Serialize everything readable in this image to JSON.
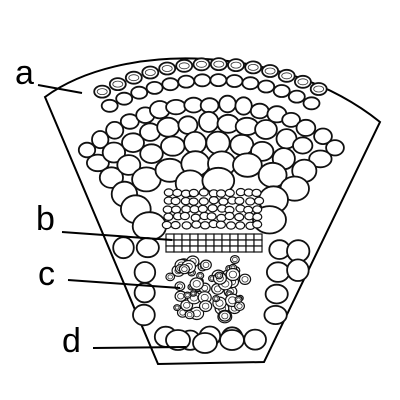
{
  "diagram": {
    "labels": {
      "a": "a",
      "b": "b",
      "c": "c",
      "d": "d"
    }
  }
}
